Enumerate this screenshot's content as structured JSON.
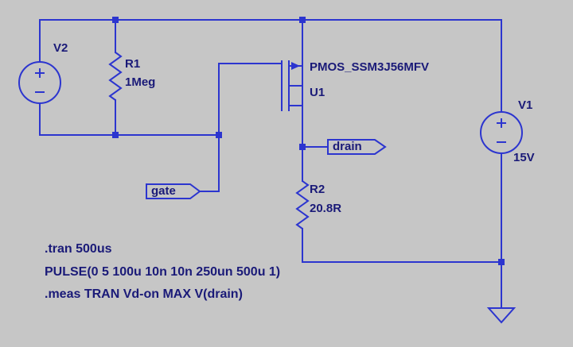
{
  "colors": {
    "bg": "#c6c6c6",
    "wire": "#2c35cf",
    "text": "#1a1a78"
  },
  "components": {
    "v2": {
      "designator": "V2"
    },
    "r1": {
      "designator": "R1",
      "value": "1Meg"
    },
    "u1": {
      "designator": "U1",
      "model": "PMOS_SSM3J56MFV"
    },
    "r2": {
      "designator": "R2",
      "value": "20.8R"
    },
    "v1": {
      "designator": "V1",
      "value": "15V"
    }
  },
  "net_labels": {
    "drain": "drain",
    "gate": "gate"
  },
  "directives": {
    "tran": ".tran 500us",
    "pulse": "PULSE(0 5 100u 10n 10n 250un 500u 1)",
    "meas": ".meas TRAN Vd-on MAX V(drain)"
  }
}
